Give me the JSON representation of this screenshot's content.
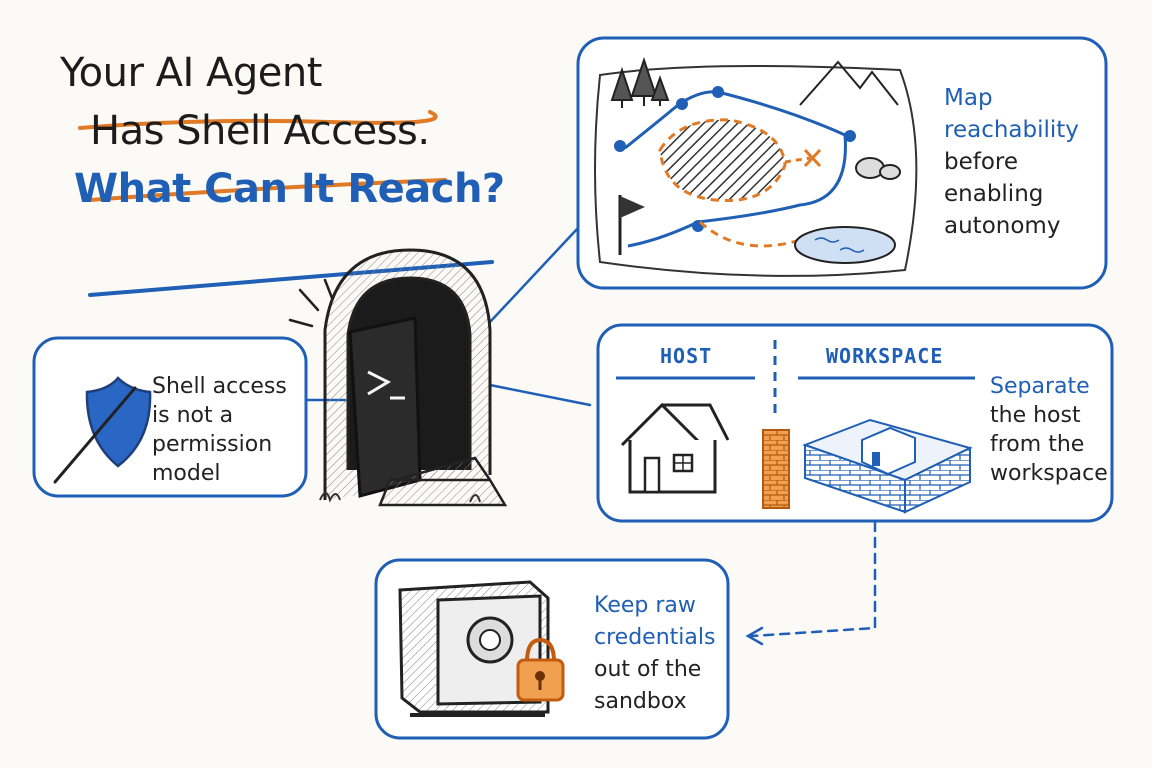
{
  "title": {
    "line1": "Your AI Agent",
    "line2": "Has Shell Access.",
    "line3": "What Can It Reach?"
  },
  "panels": {
    "map": {
      "lines": [
        "Map",
        "reachability",
        "before",
        "enabling",
        "autonomy"
      ]
    },
    "shell": {
      "lines": [
        "Shell access",
        "is not a",
        "permission",
        "model"
      ]
    },
    "separate": {
      "host_label": "HOST",
      "workspace_label": "WORKSPACE",
      "lines": [
        "Separate",
        "the host",
        "from the",
        "workspace"
      ]
    },
    "credentials": {
      "lines": [
        "Keep raw",
        "credentials",
        "out of the",
        "sandbox"
      ]
    }
  },
  "colors": {
    "blue": "#1f5fb5",
    "orange": "#e07a25",
    "ink": "#1f1f1f",
    "paper": "#fbfaf6"
  },
  "icons": [
    "terminal-door-icon",
    "shield-icon",
    "treasure-map-icon",
    "house-icon",
    "brick-wall-icon",
    "walled-sandbox-icon",
    "safe-icon",
    "padlock-icon"
  ]
}
